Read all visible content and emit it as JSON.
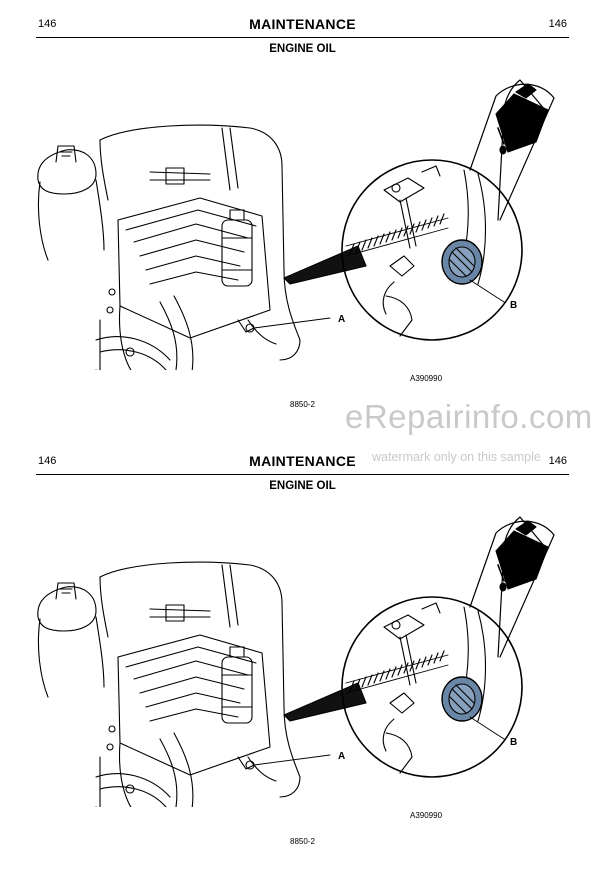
{
  "pages": [
    {
      "page_number_left": "146",
      "page_number_right": "146",
      "title": "MAINTENANCE",
      "subtitle": "ENGINE OIL",
      "callout_a": "A",
      "callout_b": "B",
      "illustration_code": "A390990",
      "figure_ref": "8850-2"
    },
    {
      "page_number_left": "146",
      "page_number_right": "146",
      "title": "MAINTENANCE",
      "subtitle": "ENGINE OIL",
      "callout_a": "A",
      "callout_b": "B",
      "illustration_code": "A390990",
      "figure_ref": "8850-2"
    }
  ],
  "watermark": {
    "site": "eRepairinfo.com",
    "note": "watermark only on this sample"
  },
  "icons": {
    "oil_can": "oil-can-icon",
    "oil_cap": "oil-filler-cap"
  }
}
